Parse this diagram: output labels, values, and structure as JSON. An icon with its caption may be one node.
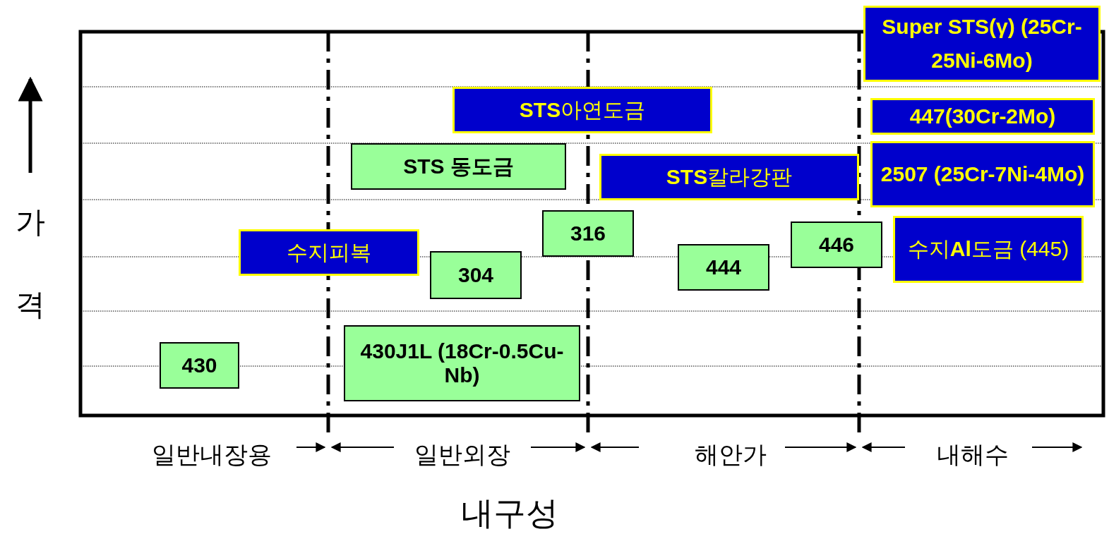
{
  "diagram": {
    "nodes": [
      {
        "text": [
          "Super STS(γ) (25Cr-25Ni-6Mo)"
        ]
      },
      {
        "text": [
          "**STS**아연도금"
        ]
      },
      {
        "text": [
          "447(30Cr-2Mo)"
        ]
      },
      {
        "text": [
          "STS 동도금"
        ]
      },
      {
        "text": [
          "**STS**칼라강판"
        ]
      },
      {
        "text": [
          "2507 (25Cr-7Ni-4Mo)"
        ]
      },
      {
        "text": [
          "316"
        ]
      },
      {
        "text": [
          "수지피복"
        ]
      },
      {
        "text": [
          "446"
        ]
      },
      {
        "text": [
          "수지**Al**도금 (445)"
        ]
      },
      {
        "text": [
          "304"
        ]
      },
      {
        "text": [
          "444"
        ]
      },
      {
        "text": [
          "430"
        ]
      },
      {
        "text": [
          "430J1L (18Cr-0.5Cu-Nb)"
        ]
      }
    ],
    "labels": [
      "가",
      "격",
      "일반내장용",
      "일반외장",
      "해안가",
      "내해수",
      "내구성"
    ]
  }
}
